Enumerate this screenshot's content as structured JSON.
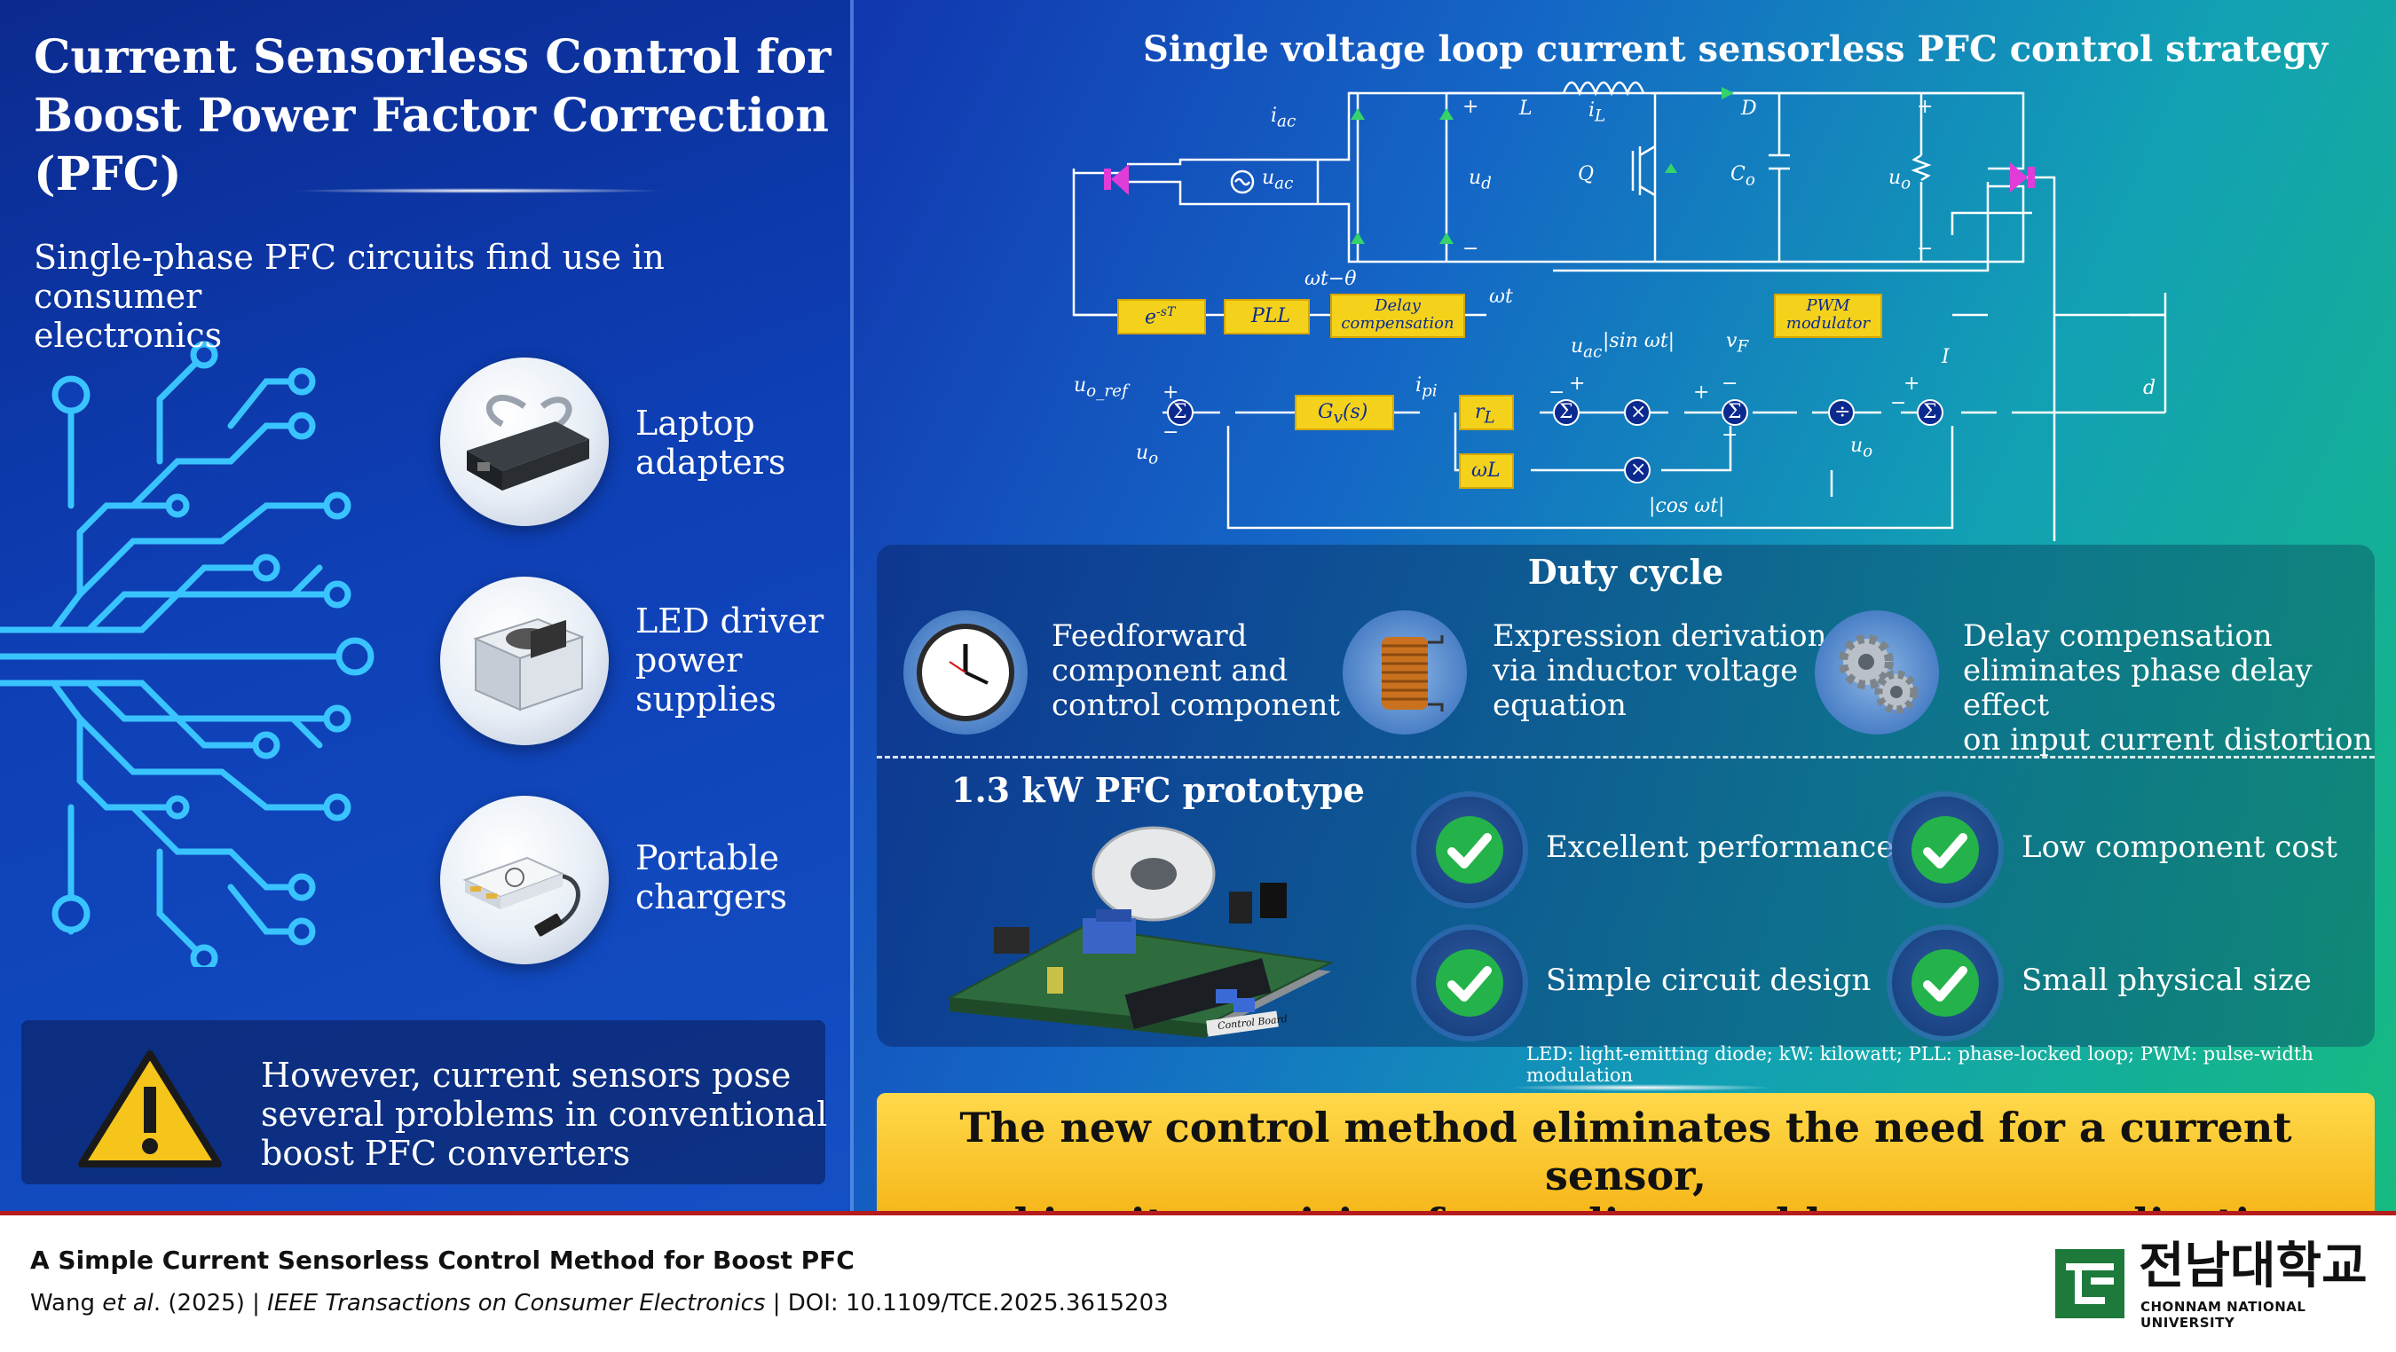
{
  "left": {
    "title_line1": "Current Sensorless Control for",
    "title_line2": "Boost Power Factor Correction (PFC)",
    "lead_line1": "Single-phase PFC circuits find use in consumer",
    "lead_line2": "electronics",
    "items": [
      {
        "line1": "Laptop",
        "line2": "adapters",
        "line3": ""
      },
      {
        "line1": "LED driver",
        "line2": "power",
        "line3": "supplies"
      },
      {
        "line1": "Portable",
        "line2": "chargers",
        "line3": ""
      }
    ],
    "warning_line1": "However, current sensors pose",
    "warning_line2": "several problems in conventional",
    "warning_line3": "boost PFC converters"
  },
  "diagram": {
    "title": "Single voltage loop current sensorless PFC control strategy",
    "labels": {
      "iac": "i",
      "iac_sub": "ac",
      "uac": "u",
      "uac_sub": "ac",
      "L": "L",
      "iL": "i",
      "iL_sub": "L",
      "D": "D",
      "ud": "u",
      "ud_sub": "d",
      "Q": "Q",
      "Co": "C",
      "Co_sub": "o",
      "uo": "u",
      "uo_sub": "o",
      "plus": "+",
      "minus": "−",
      "wt_theta": "ωt−θ",
      "wt": "ωt",
      "uoref": "u",
      "uoref_sub": "o_ref",
      "ipi": "i",
      "ipi_sub": "pi",
      "uac2": "u",
      "uac2_sub": "ac",
      "sinwt": "|sin ωt|",
      "vF": "v",
      "vF_sub": "F",
      "I": "I",
      "d": "d",
      "uo2": "u",
      "uo2_sub": "o",
      "uo3": "u",
      "uo3_sub": "o",
      "coswt": "|cos ωt|",
      "sigma": "Σ",
      "times": "×",
      "divide": "÷"
    },
    "blocks": {
      "esT": "e",
      "esT_sup": "-sT",
      "pll": "PLL",
      "delay1": "Delay",
      "delay2": "compensation",
      "pwm1": "PWM",
      "pwm2": "modulator",
      "gv": "G",
      "gv_sub": "v",
      "gv_tail": "(s)",
      "rl": "r",
      "rl_sub": "L",
      "wl": "ωL"
    }
  },
  "duty": {
    "title": "Duty cycle",
    "features": [
      {
        "line1": "Feedforward",
        "line2": "component and",
        "line3": "control component"
      },
      {
        "line1": "Expression derivation",
        "line2": "via inductor voltage",
        "line3": "equation"
      },
      {
        "line1": "Delay compensation",
        "line2": "eliminates phase delay effect",
        "line3": "on input current distortion"
      }
    ],
    "prototype_title": "1.3 kW PFC prototype",
    "board_label": "Control Board",
    "benefits": [
      "Excellent performance",
      "Low component cost",
      "Simple circuit design",
      "Small physical size"
    ],
    "abbrev": "LED: light-emitting diode; kW: kilowatt; PLL: phase-locked loop; PWM: pulse-width modulation"
  },
  "banner": {
    "line1": "The new control method eliminates the need for a current sensor,",
    "line2": "making it promising for medium and low power application scenarios"
  },
  "footer": {
    "title": "A Simple Current Sensorless Control Method for Boost PFC",
    "authors_a": "Wang ",
    "authors_b": "et al",
    "authors_c": ". (2025)  | ",
    "journal": "IEEE Transactions on Consumer Electronics",
    "doi": " | DOI: 10.1109/TCE.2025.3615203",
    "logo_korean": "전남대학교",
    "logo_english": "CHONNAM NATIONAL UNIVERSITY"
  },
  "colors": {
    "accent_yellow": "#f4d21c",
    "check_green": "#23b34a",
    "footer_rule": "#b51c1c",
    "logo_green": "#1d7a3a"
  }
}
